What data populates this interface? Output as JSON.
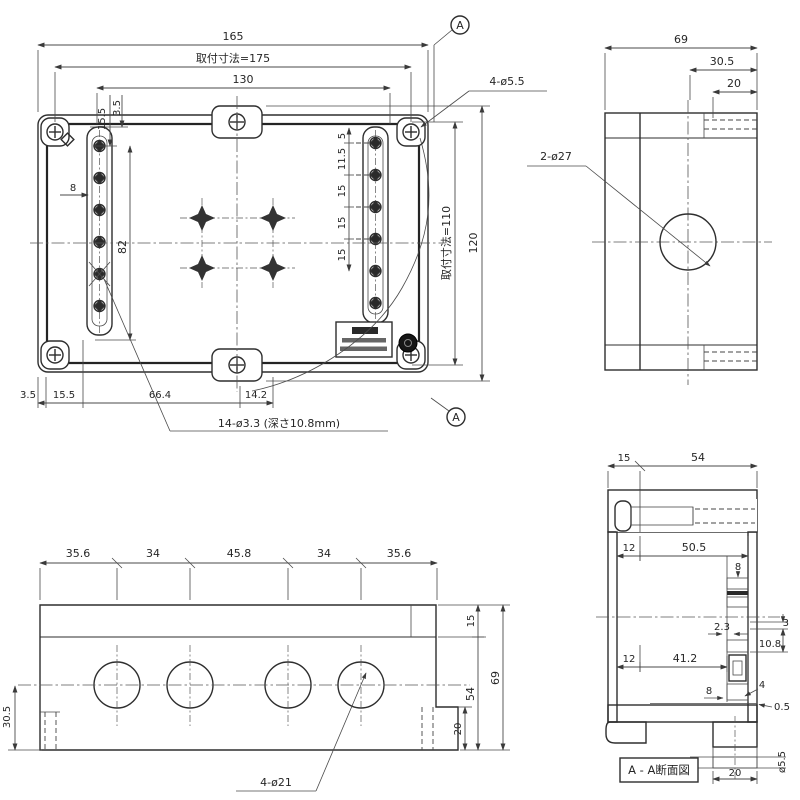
{
  "plan_view": {
    "dim_overall_width": "165",
    "dim_mounting_width": "取付寸法=175",
    "dim_inner_width": "130",
    "corner_holes_label": "4-ø5.5",
    "dim_overall_height": "120",
    "dim_mounting_height": "取付寸法=110",
    "dim_left_1": "15.5",
    "dim_left_2": "3.5",
    "dim_rail_hole_offset": "8",
    "dim_rail_span": "82",
    "rail_pitch_dims": [
      "5",
      "11.5",
      "15",
      "15",
      "15"
    ],
    "dim_bottom_1": "3.5",
    "dim_bottom_2": "15.5",
    "dim_bottom_3": "66.4",
    "dim_bottom_4": "14.2",
    "small_holes_note": "14-ø3.3 (深さ10.8mm)",
    "datum_top": "A",
    "datum_bottom": "A"
  },
  "side_view": {
    "dim_depth": "69",
    "dim_hole_offset": "30.5",
    "dim_edge_offset": "20",
    "holes_label": "2-ø27"
  },
  "bottom_view": {
    "pitch_dims": [
      "35.6",
      "34",
      "45.8",
      "34",
      "35.6"
    ],
    "dim_flange": "15",
    "dim_body": "54",
    "dim_total": "69",
    "dim_foot": "20",
    "dim_left": "30.5",
    "holes_label": "4-ø21"
  },
  "section_view": {
    "dim_lip": "15",
    "dim_top": "54",
    "dim_wall_upper": "12",
    "dim_inner_upper": "50.5",
    "dim_rail_upper": "8",
    "dim_detail_1": "2.3",
    "dim_detail_2": "3",
    "dim_detail_3": "10.8",
    "dim_wall_lower": "12",
    "dim_inner_lower": "41.2",
    "dim_rail_lower": "8",
    "dim_detail_4": "4",
    "dim_step": "0.5",
    "dim_foot_width": "20",
    "dim_foot_hole": "ø5.5",
    "caption": "A - A断面図"
  }
}
